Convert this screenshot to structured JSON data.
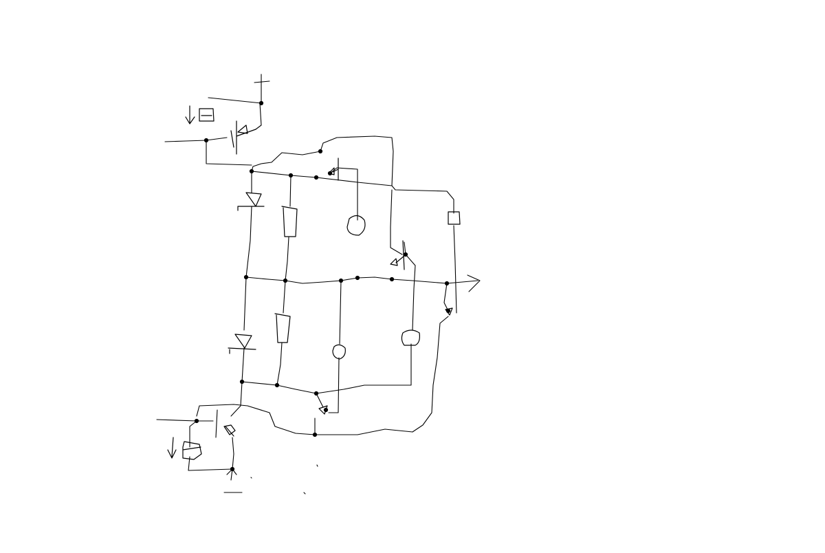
{
  "diagram": {
    "kind": "hand-drawn circuit schematic",
    "has_text_labels": false,
    "colors": {
      "background": "#ffffff",
      "ink": "#000000"
    },
    "components": {
      "ground_symbols": 2,
      "resistors": 4,
      "capacitors": 3,
      "diodes": 6,
      "transistors": 5,
      "connection_dots": 22
    }
  }
}
